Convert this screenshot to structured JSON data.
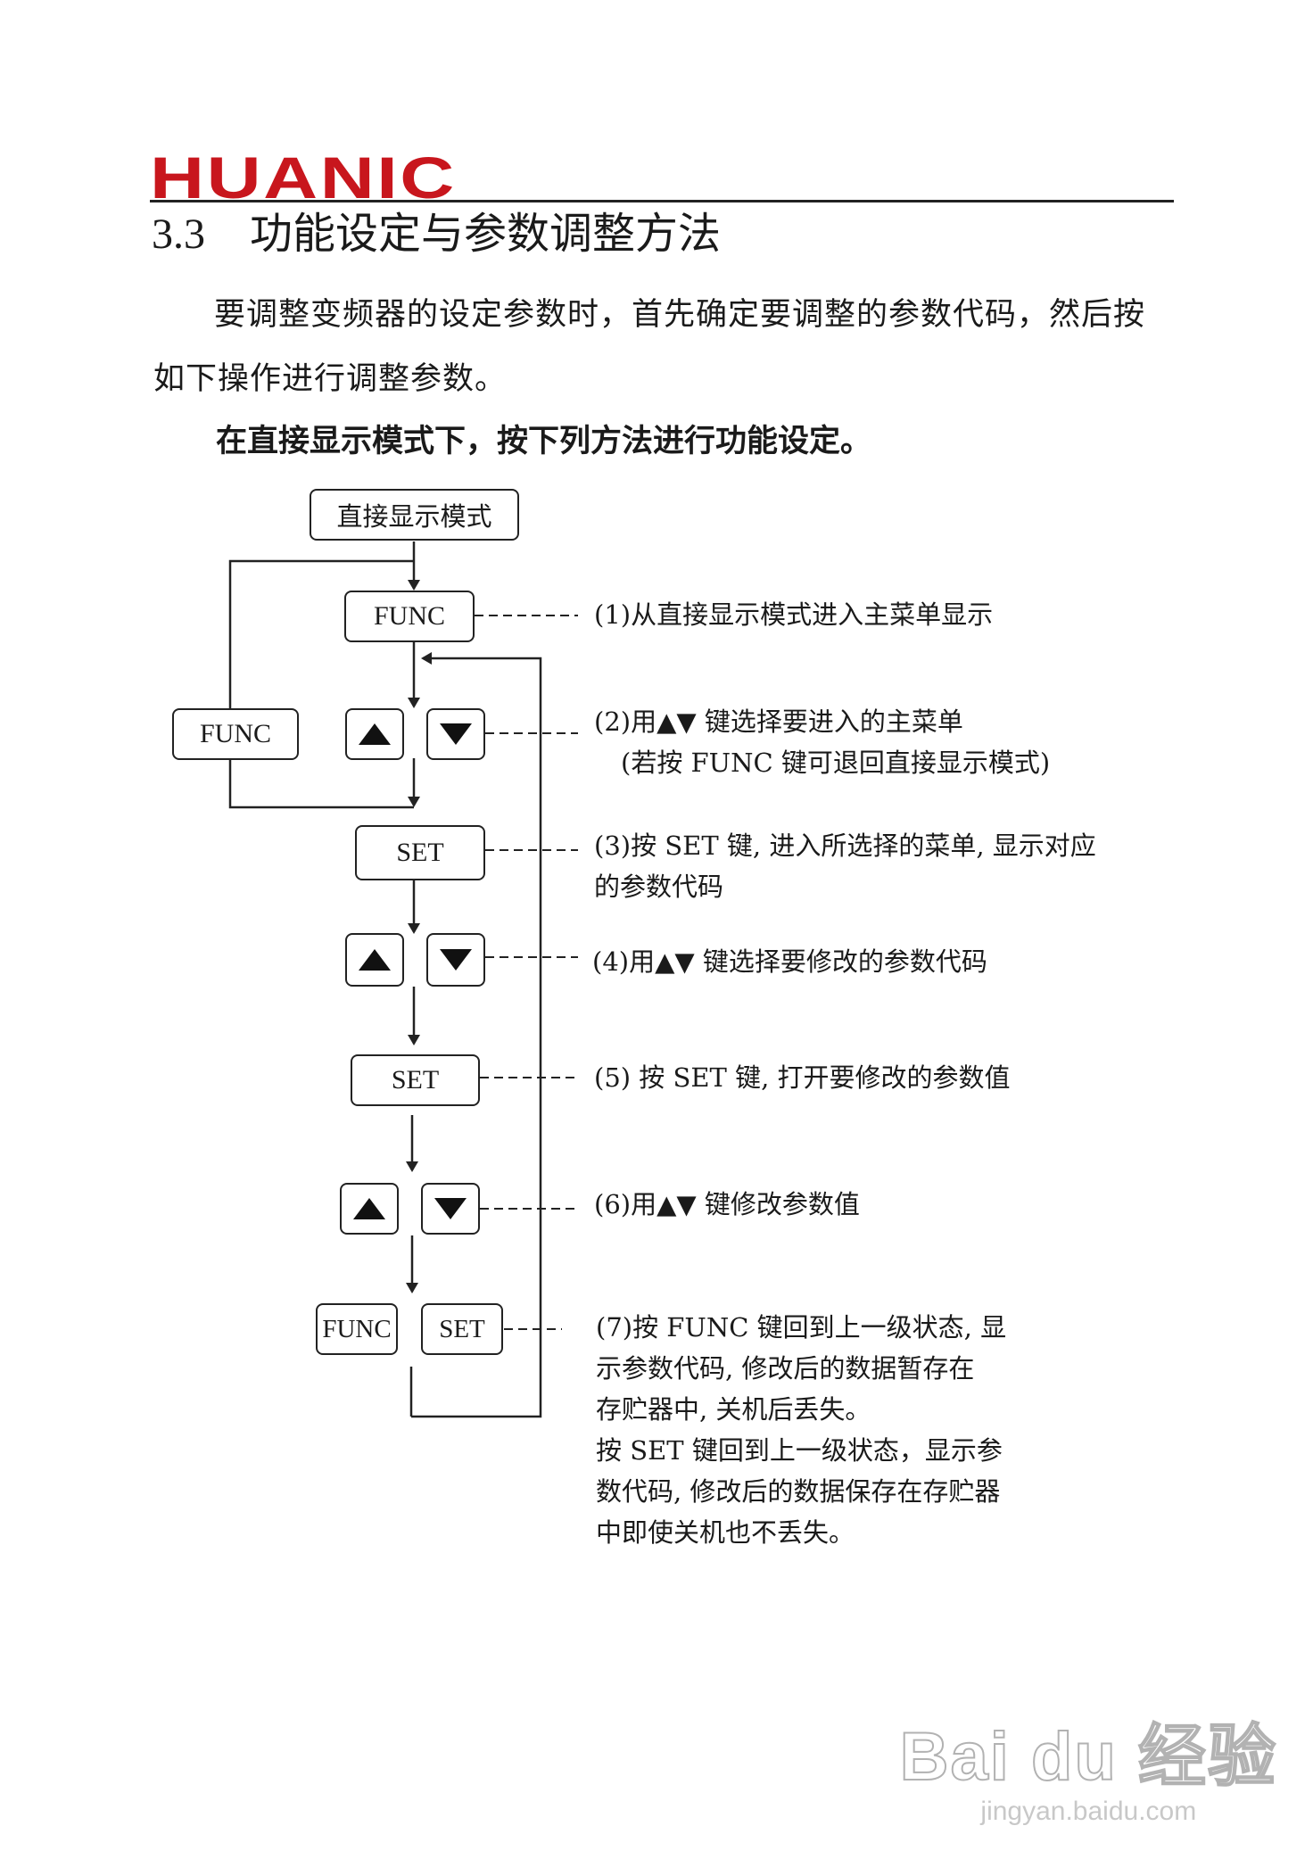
{
  "header": {
    "brand": "HUANIC"
  },
  "section": {
    "number": "3.3",
    "title": "功能设定与参数调整方法"
  },
  "intro": {
    "line1": "要调整变频器的设定参数时，首先确定要调整的参数代码，然后按",
    "line2": "如下操作进行调整参数。",
    "bold": "在直接显示模式下，按下列方法进行功能设定。"
  },
  "flow": {
    "start": "直接显示模式",
    "func": "FUNC",
    "func_side": "FUNC",
    "set1": "SET",
    "set2": "SET",
    "func_final": "FUNC",
    "set_final": "SET",
    "up_icon": "up-triangle",
    "down_icon": "down-triangle"
  },
  "steps": {
    "s1": "(1)从直接显示模式进入主菜单显示",
    "s2a": "(2)用▲▼ 键选择要进入的主菜单",
    "s2b": "(若按 FUNC 键可退回直接显示模式)",
    "s3a": "(3)按 SET 键, 进入所选择的菜单, 显示对应",
    "s3b": "的参数代码",
    "s4": "(4)用▲▼ 键选择要修改的参数代码",
    "s5": "(5) 按 SET 键, 打开要修改的参数值",
    "s6": "(6)用▲▼ 键修改参数值",
    "s7a": "(7)按 FUNC 键回到上一级状态, 显",
    "s7b": "示参数代码, 修改后的数据暂存在",
    "s7c": "存贮器中, 关机后丢失。",
    "s7d": "按 SET 键回到上一级状态，显示参",
    "s7e": "数代码, 修改后的数据保存在存贮器",
    "s7f": "中即使关机也不丢失。"
  },
  "watermark": {
    "brand": "Bai du 经验",
    "url": "jingyan.baidu.com"
  },
  "colors": {
    "brand_red": "#c8161d",
    "line": "#222222"
  }
}
